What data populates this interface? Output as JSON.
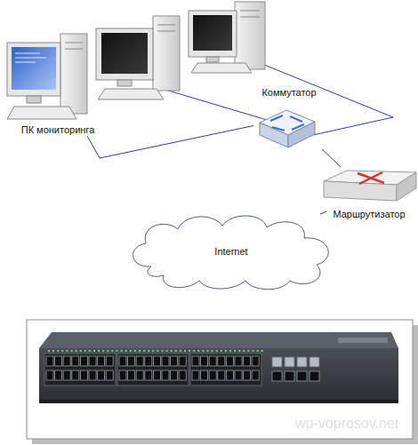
{
  "diagram": {
    "nodes": [
      {
        "text": [
          "ПК мониторинга"
        ]
      },
      {
        "text": [
          "Коммутатор"
        ]
      },
      {
        "text": [
          "Маршрутизатор"
        ]
      },
      {
        "text": [
          "Internet"
        ]
      }
    ],
    "edges": [
      {
        "from": 0,
        "to": 1,
        "arrow": "none"
      },
      {
        "from": 1,
        "to": 2,
        "arrow": "none"
      },
      {
        "from": 2,
        "to": 3,
        "arrow": "none"
      }
    ],
    "labels": [
      "wp-voprosov.net"
    ]
  }
}
